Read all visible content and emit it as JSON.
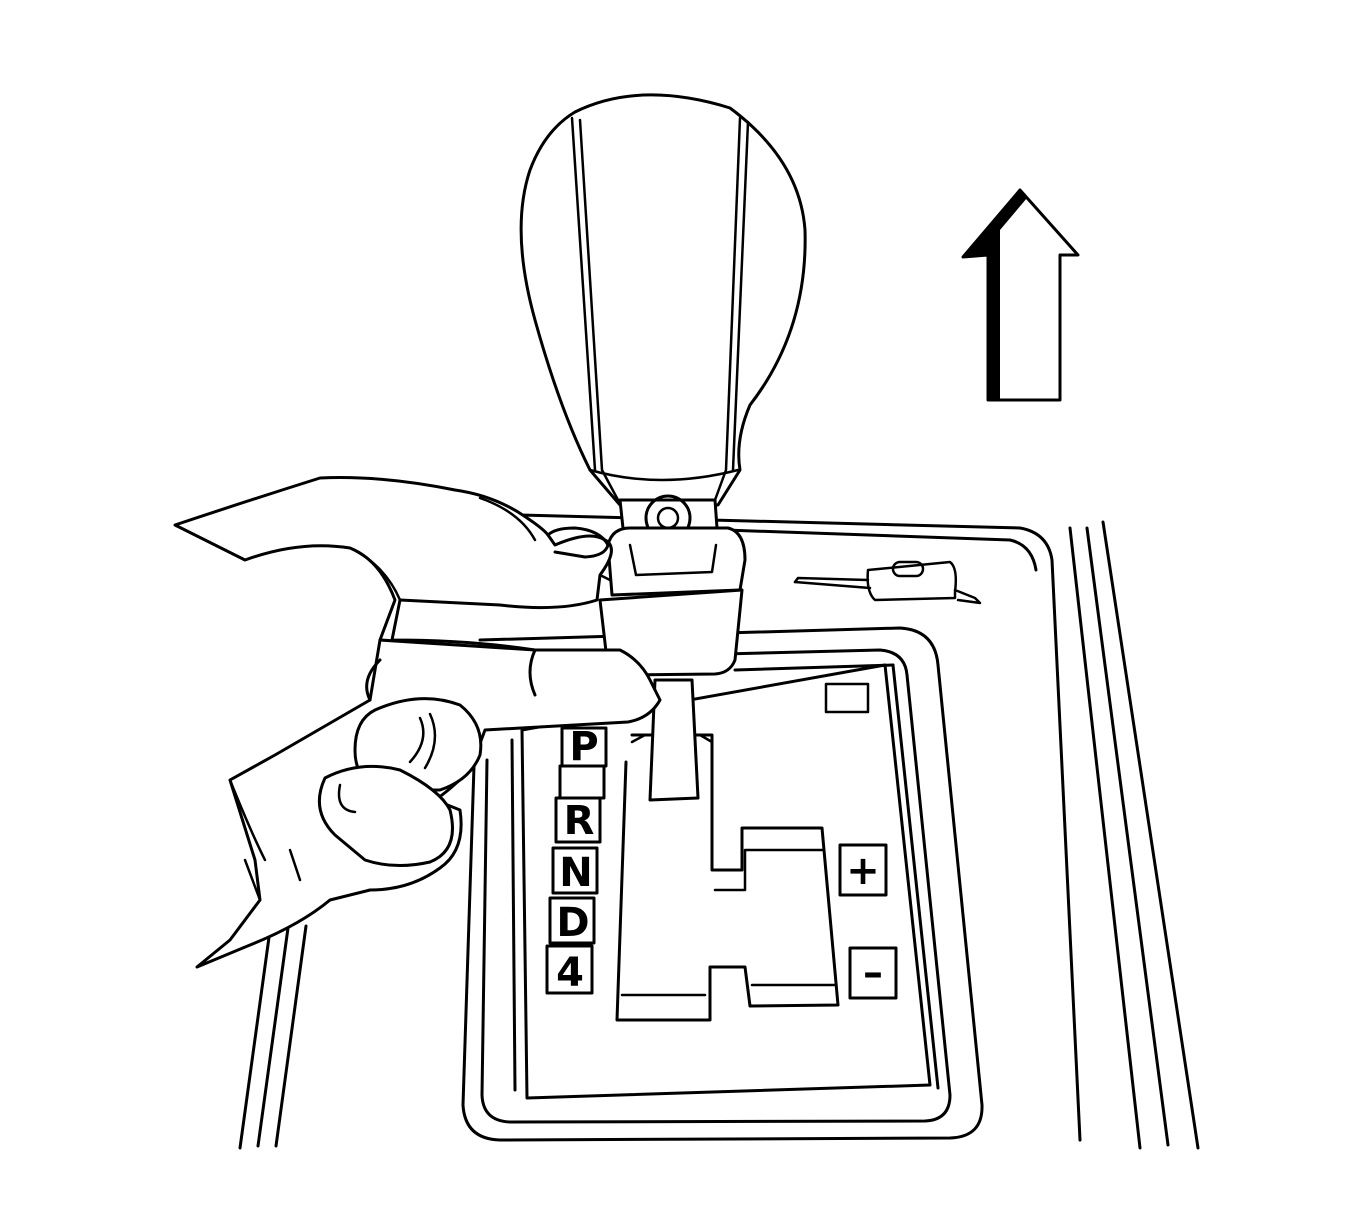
{
  "diagram": {
    "gear_labels": [
      "P",
      "R",
      "N",
      "D",
      "4"
    ],
    "plus_label": "+",
    "minus_label": "–"
  }
}
